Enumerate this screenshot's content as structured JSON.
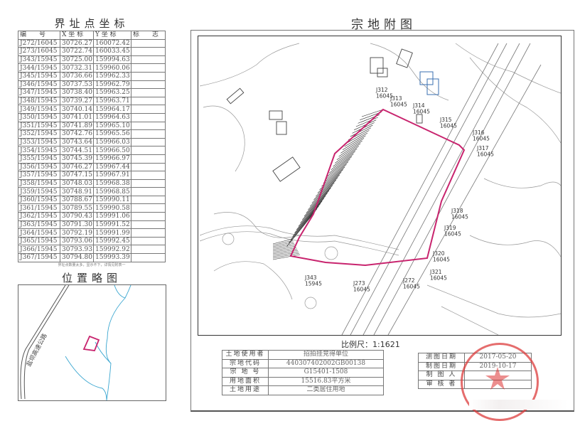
{
  "left": {
    "coords_title": "界址点坐标",
    "headers": [
      "编　　号",
      "X 坐 标",
      "Y 坐 标",
      "标　　志"
    ],
    "rows": [
      [
        "J272/16045",
        "30726.27",
        "160072.42"
      ],
      [
        "J273/16045",
        "30722.74",
        "160033.45"
      ],
      [
        "J343/15945",
        "30725.00",
        "159994.63"
      ],
      [
        "J344/15945",
        "30732.31",
        "159960.06"
      ],
      [
        "J345/15945",
        "30736.66",
        "159962.33"
      ],
      [
        "J346/15945",
        "30737.53",
        "159962.79"
      ],
      [
        "J347/15945",
        "30738.40",
        "159963.25"
      ],
      [
        "J348/15945",
        "30739.27",
        "159963.71"
      ],
      [
        "J349/15945",
        "30740.14",
        "159964.17"
      ],
      [
        "J350/15945",
        "30741.01",
        "159964.63"
      ],
      [
        "J351/15945",
        "30741.89",
        "159965.10"
      ],
      [
        "J352/15945",
        "30742.76",
        "159965.56"
      ],
      [
        "J353/15945",
        "30743.64",
        "159966.03"
      ],
      [
        "J354/15945",
        "30744.51",
        "159966.50"
      ],
      [
        "J355/15945",
        "30745.39",
        "159966.97"
      ],
      [
        "J356/15945",
        "30746.27",
        "159967.44"
      ],
      [
        "J357/15945",
        "30747.15",
        "159967.91"
      ],
      [
        "J358/15945",
        "30748.03",
        "159968.38"
      ],
      [
        "J359/15945",
        "30748.91",
        "159968.85"
      ],
      [
        "J360/15945",
        "30788.67",
        "159990.11"
      ],
      [
        "J361/15945",
        "30789.55",
        "159990.58"
      ],
      [
        "J362/15945",
        "30790.43",
        "159991.06"
      ],
      [
        "J363/15945",
        "30791.30",
        "159991.52"
      ],
      [
        "J364/15945",
        "30792.19",
        "159991.99"
      ],
      [
        "J365/15945",
        "30793.06",
        "159992.45"
      ],
      [
        "J366/15945",
        "30793.93",
        "159992.92"
      ],
      [
        "J367/15945",
        "30794.80",
        "159993.39"
      ]
    ],
    "note": "界址点数量太多，显示不下，详情见附表一",
    "location_title": "位置略图",
    "road_label": "盐坝高速公路"
  },
  "right": {
    "title": "宗地附图",
    "points": [
      {
        "id": "J312",
        "code": "16045"
      },
      {
        "id": "J313",
        "code": "16045"
      },
      {
        "id": "J314",
        "code": "16045"
      },
      {
        "id": "J315",
        "code": "16045"
      },
      {
        "id": "J316",
        "code": "16045"
      },
      {
        "id": "J317",
        "code": "16045"
      },
      {
        "id": "J318",
        "code": "16045"
      },
      {
        "id": "J319",
        "code": "16045"
      },
      {
        "id": "J320",
        "code": "16045"
      },
      {
        "id": "J321",
        "code": "16045"
      },
      {
        "id": "J272",
        "code": "16045"
      },
      {
        "id": "J273",
        "code": "16045"
      },
      {
        "id": "J343",
        "code": "15945"
      }
    ],
    "scale": "比例尺：1:1621",
    "info": [
      {
        "label": "土地使用者",
        "value": "招拍挂竞得单位"
      },
      {
        "label": "宗地代码",
        "value": "440307402002GB00138"
      },
      {
        "label": "宗 地 号",
        "value": "G15401-1508"
      },
      {
        "label": "用地面积",
        "value": "15516.83平方米"
      },
      {
        "label": "土地用途",
        "value": "二类居住用地"
      }
    ],
    "dates": [
      {
        "label": "测图日期",
        "value": "2017-05-20"
      },
      {
        "label": "制图日期",
        "value": "2019-10-17"
      },
      {
        "label": "制 图 人",
        "value": ""
      },
      {
        "label": "审 核 者",
        "value": ""
      }
    ]
  },
  "colors": {
    "parcel": "#c8246e",
    "water": "#3aa6d0",
    "stamp": "#dc3c3c"
  }
}
